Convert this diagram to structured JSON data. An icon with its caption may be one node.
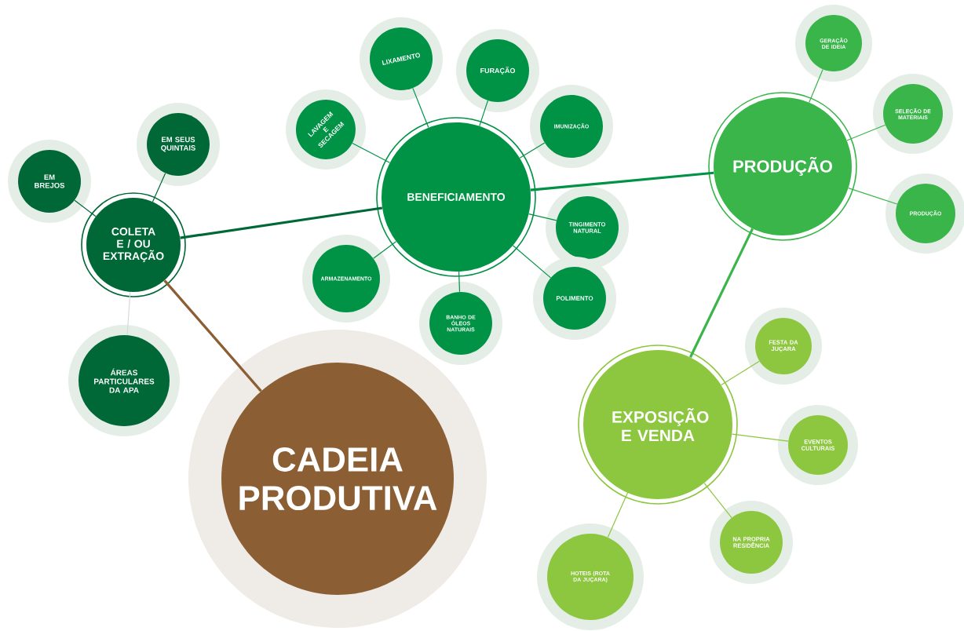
{
  "diagram": {
    "nodes": [
      {
        "text": [
          "CADEIA PRODUTIVA"
        ]
      },
      {
        "text": [
          "COLETA E / OU EXTRAÇÃO"
        ]
      },
      {
        "text": [
          "EM BREJOS"
        ]
      },
      {
        "text": [
          "EM SEUS QUINTAIS"
        ]
      },
      {
        "text": [
          "ÁREAS PARTICULARES DA APA"
        ]
      },
      {
        "text": [
          "BENEFICIAMENTO"
        ]
      },
      {
        "text": [
          "LAVAGEM E SECAGEM"
        ]
      },
      {
        "text": [
          "LIXAMENTO"
        ]
      },
      {
        "text": [
          "FURAÇÃO"
        ]
      },
      {
        "text": [
          "IMUNIZAÇÃO"
        ]
      },
      {
        "text": [
          "TINGIMENTO NATURAL"
        ]
      },
      {
        "text": [
          "ARMAZENAMENTO"
        ]
      },
      {
        "text": [
          "BANHO DE ÓLEOS NATURAIS"
        ]
      },
      {
        "text": [
          "POLIMENTO"
        ]
      },
      {
        "text": [
          "PRODUÇÃO"
        ]
      },
      {
        "text": [
          "GERAÇÃO DE IDEIA"
        ]
      },
      {
        "text": [
          "SELEÇÃO DE MATERIAIS"
        ]
      },
      {
        "text": [
          "PRODUÇÃO"
        ]
      },
      {
        "text": [
          "EXPOSIÇÃO E VENDA"
        ]
      },
      {
        "text": [
          "FESTA DA JUÇARA"
        ]
      },
      {
        "text": [
          "EVENTOS CULTURAIS"
        ]
      },
      {
        "text": [
          "NA PROPRIA RESIDÊNCIA"
        ]
      },
      {
        "text": [
          "HOTEIS (ROTA DA JUÇARA)"
        ]
      }
    ],
    "edges": [
      {
        "from": 1,
        "to": 0,
        "arrow": "none",
        "style": "thick",
        "color": "#8b5e34"
      },
      {
        "from": 1,
        "to": 2,
        "arrow": "none",
        "color": "#006837"
      },
      {
        "from": 1,
        "to": 3,
        "arrow": "none",
        "color": "#006837"
      },
      {
        "from": 1,
        "to": 4,
        "arrow": "none",
        "color": "#d5dcd6"
      },
      {
        "from": 1,
        "to": 5,
        "arrow": "none",
        "style": "thick",
        "color": "#006837"
      },
      {
        "from": 5,
        "to": 6,
        "arrow": "none",
        "color": "#009245"
      },
      {
        "from": 5,
        "to": 7,
        "arrow": "none",
        "color": "#009245"
      },
      {
        "from": 5,
        "to": 8,
        "arrow": "none",
        "color": "#009245"
      },
      {
        "from": 5,
        "to": 9,
        "arrow": "none",
        "color": "#009245"
      },
      {
        "from": 5,
        "to": 10,
        "arrow": "none",
        "color": "#009245"
      },
      {
        "from": 5,
        "to": 11,
        "arrow": "none",
        "color": "#009245"
      },
      {
        "from": 5,
        "to": 12,
        "arrow": "none",
        "color": "#009245"
      },
      {
        "from": 5,
        "to": 13,
        "arrow": "none",
        "color": "#009245"
      },
      {
        "from": 5,
        "to": 14,
        "arrow": "none",
        "style": "thick",
        "color": "#009245"
      },
      {
        "from": 14,
        "to": 15,
        "arrow": "none",
        "color": "#39b54a"
      },
      {
        "from": 14,
        "to": 16,
        "arrow": "none",
        "color": "#39b54a"
      },
      {
        "from": 14,
        "to": 17,
        "arrow": "none",
        "color": "#39b54a"
      },
      {
        "from": 14,
        "to": 18,
        "arrow": "none",
        "style": "thick",
        "color": "#39b54a"
      },
      {
        "from": 18,
        "to": 19,
        "arrow": "none",
        "color": "#8dc63f"
      },
      {
        "from": 18,
        "to": 20,
        "arrow": "none",
        "color": "#8dc63f"
      },
      {
        "from": 18,
        "to": 21,
        "arrow": "none",
        "color": "#8dc63f"
      },
      {
        "from": 18,
        "to": 22,
        "arrow": "none",
        "color": "#8dc63f"
      }
    ]
  }
}
